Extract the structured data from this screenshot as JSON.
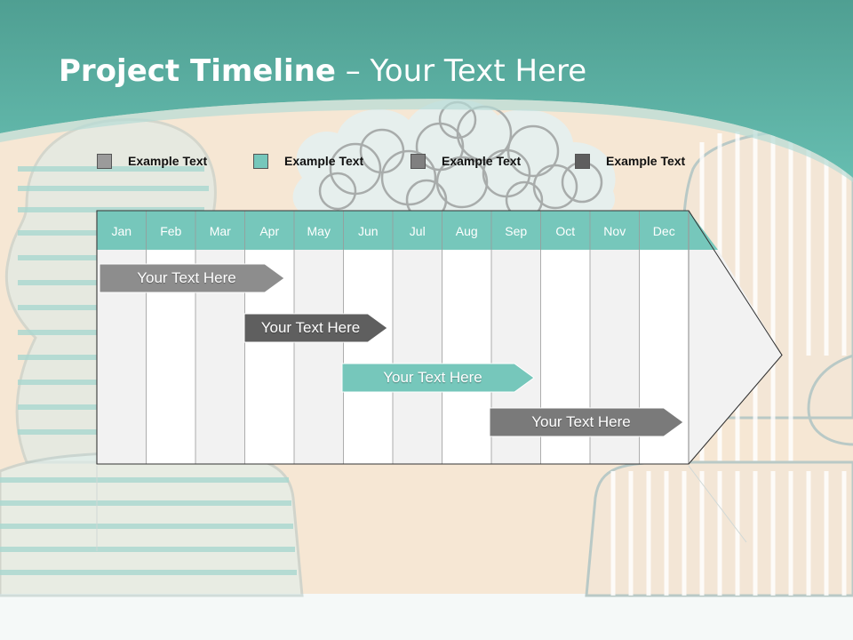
{
  "slide": {
    "title_bold": "Project Timeline",
    "title_rest": " – Your Text Here"
  },
  "legend": [
    {
      "label": "Example Text",
      "color": "#9b9b9b"
    },
    {
      "label": "Example Text",
      "color": "#76c7bb"
    },
    {
      "label": "Example Text",
      "color": "#808080"
    },
    {
      "label": "Example Text",
      "color": "#5e5e5e"
    }
  ],
  "timeline": {
    "months": [
      "Jan",
      "Feb",
      "Mar",
      "Apr",
      "May",
      "Jun",
      "Jul",
      "Aug",
      "Sep",
      "Oct",
      "Nov",
      "Dec"
    ],
    "header_color": "#76c7bb",
    "bars": [
      {
        "label": "Your  Text Here",
        "start_month": "Jan",
        "end_month": "Apr",
        "color": "#8d8d8d"
      },
      {
        "label": "Your  Text Here",
        "start_month": "Apr",
        "end_month": "Jun",
        "color": "#5f5f5f"
      },
      {
        "label": "Your  Text Here",
        "start_month": "Jun",
        "end_month": "Sep",
        "color": "#76c7bb"
      },
      {
        "label": "Your  Text Here",
        "start_month": "Sep",
        "end_month": "Dec",
        "color": "#7a7a7a"
      }
    ]
  },
  "theme": {
    "teal": "#5fb7a9",
    "peach": "#f6e6d2"
  }
}
